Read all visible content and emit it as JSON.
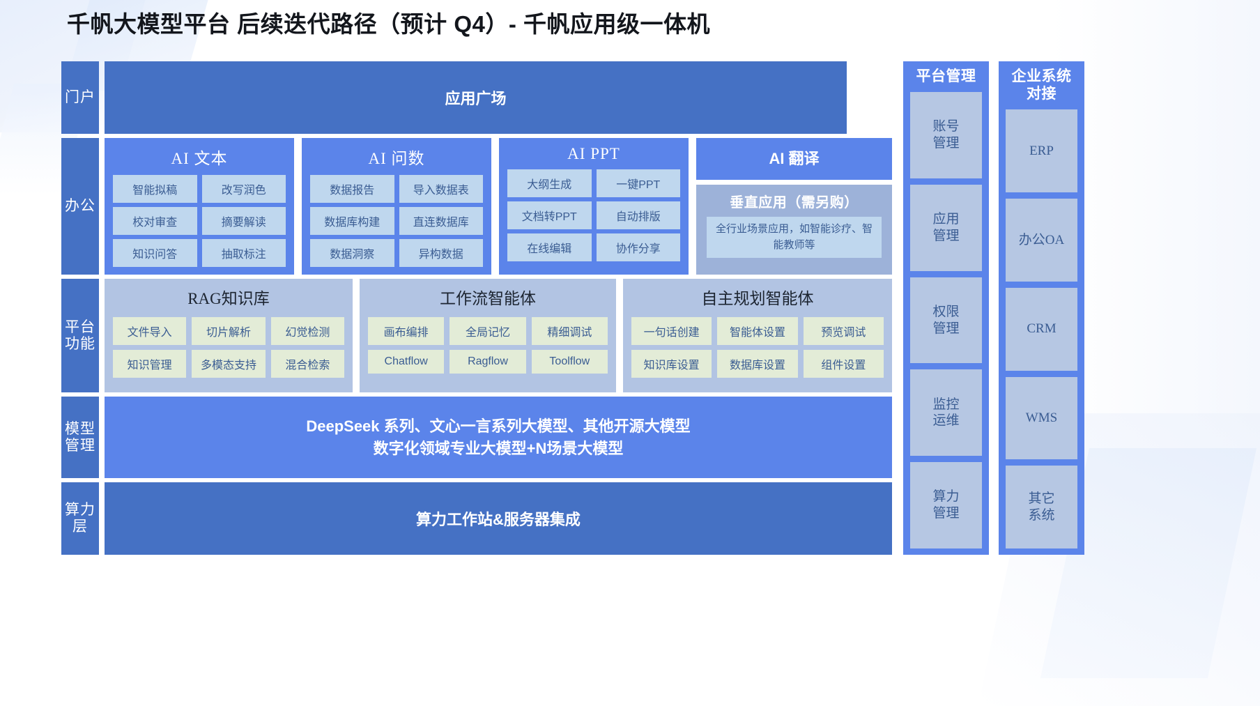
{
  "page_title": "千帆大模型平台 后续迭代路径（预计 Q4）- 千帆应用级一体机",
  "colors": {
    "dark_blue": "#4571c4",
    "mid_blue": "#5b84ea",
    "chip_blue": "#bfd7ee",
    "group_grey_blue": "#b2c4e3",
    "chip_green": "#e3ecd7",
    "vertical_card": "#9db2d9",
    "right_cell": "#b6c7e3",
    "text_blue": "#3a5c92"
  },
  "rails": [
    {
      "id": "portal",
      "label": "门户"
    },
    {
      "id": "office",
      "label": "办公"
    },
    {
      "id": "platform",
      "label": "平台功能"
    },
    {
      "id": "model",
      "label": "模型管理"
    },
    {
      "id": "compute",
      "label": "算力层"
    }
  ],
  "portal": {
    "banner": "应用广场"
  },
  "office": {
    "groups": [
      {
        "title": "AI 文本",
        "chips": [
          "智能拟稿",
          "改写润色",
          "校对审查",
          "摘要解读",
          "知识问答",
          "抽取标注"
        ]
      },
      {
        "title": "AI 问数",
        "chips": [
          "数据报告",
          "导入数据表",
          "数据库构建",
          "直连数据库",
          "数据洞察",
          "异构数据"
        ]
      },
      {
        "title": "AI PPT",
        "chips": [
          "大纲生成",
          "一键PPT",
          "文档转PPT",
          "自动排版",
          "在线编辑",
          "协作分享"
        ]
      }
    ],
    "translate": {
      "title": "AI 翻译"
    },
    "vertical": {
      "title": "垂直应用（需另购）",
      "note": "全行业场景应用，如智能诊疗、智能教师等"
    }
  },
  "platform_functions": {
    "groups": [
      {
        "title": "RAG知识库",
        "chips": [
          "文件导入",
          "切片解析",
          "幻觉检测",
          "知识管理",
          "多模态支持",
          "混合检索"
        ]
      },
      {
        "title": "工作流智能体",
        "chips": [
          "画布编排",
          "全局记忆",
          "精细调试",
          "Chatflow",
          "Ragflow",
          "Toolflow"
        ]
      },
      {
        "title": "自主规划智能体",
        "chips": [
          "一句话创建",
          "智能体设置",
          "预览调试",
          "知识库设置",
          "数据库设置",
          "组件设置"
        ]
      }
    ]
  },
  "model_management": {
    "line1": "DeepSeek 系列、文心一言系列大模型、其他开源大模型",
    "line2": "数字化领域专业大模型+N场景大模型"
  },
  "compute_layer": {
    "banner": "算力工作站&服务器集成"
  },
  "right_columns": [
    {
      "id": "platform-management",
      "title": "平台管理",
      "items": [
        "账号\n管理",
        "应用\n管理",
        "权限\n管理",
        "监控\n运维",
        "算力\n管理"
      ]
    },
    {
      "id": "enterprise-integration",
      "title": "企业系统对接",
      "items": [
        "ERP",
        "办公\nOA",
        "CRM",
        "WMS",
        "其它\n系统"
      ]
    }
  ]
}
